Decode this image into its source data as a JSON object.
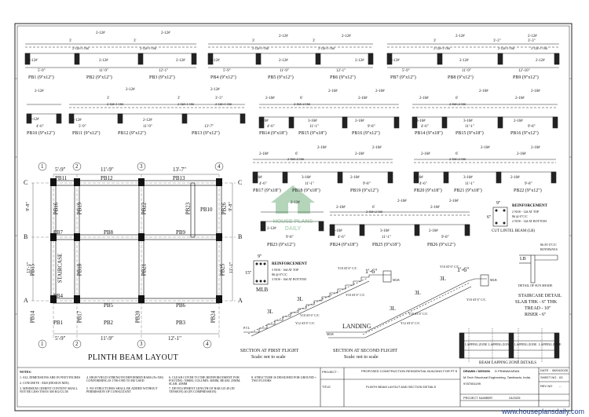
{
  "beam_sections_row1": [
    {
      "dims": [
        "2-12#",
        "3'",
        "2-12#+1-16#",
        "2-12#",
        "5'-9\"",
        "11'-9\"",
        "12'-1\"",
        "2-12#",
        "2-12#",
        "3'",
        "2-12#+1-16#",
        "2-12#"
      ],
      "labels": [
        "PB1 (9\"x12\")",
        "PB2 (9\"x12\")",
        "PB3 (9\"x12\")"
      ]
    },
    {
      "dims": [
        "2-12#",
        "3'",
        "2-12#+1-16#",
        "2-12#",
        "5'-9\"",
        "11'-9\"",
        "12'-1\"",
        "2-12#",
        "2-12#",
        "3'",
        "2-12#+1-16#",
        "2-12#"
      ],
      "labels": [
        "PB4 (9\"x12\")",
        "PB5 (9\"x12\")",
        "PB6 (9\"x12\")"
      ]
    },
    {
      "dims": [
        "2-12#",
        "3'",
        "2-12#+1-16#",
        "2-12#",
        "5'-9\"",
        "11'-9\"",
        "12'-10\"",
        "2-12#",
        "2-12#",
        "3'-3\"",
        "2-12#+1-16#",
        "2-12#",
        "3'-3\"",
        "2-12#+1-16#"
      ],
      "labels": [
        "PB7 (9\"x12\")",
        "PB8 (9\"x12\")",
        "PB9 (9\"x12\")"
      ]
    }
  ],
  "beam_sections_row2": [
    {
      "dims": [
        "2-12#",
        "2-12#",
        "4'-6\""
      ],
      "labels": [
        "PB10 (9\"x12\")"
      ]
    },
    {
      "dims": [
        "2-12#",
        "3'",
        "2-12#+1-16#",
        "2-12#",
        "5'-9\"",
        "11'-9\"",
        "13'-7\"",
        "2-12#",
        "2-12#",
        "3'",
        "3'-3\"",
        "2-12#+1-16#",
        "2-12#+1-16#"
      ],
      "labels": [
        "PB11 (9\"x12\")",
        "PB12 (9\"x12\")",
        "PB13 (9\"x12\")"
      ]
    },
    {
      "dims": [
        "2-16#",
        "6'",
        "2-16#+2-16#",
        "2-16#",
        "3-16#",
        "3-16#",
        "4'-6\"",
        "11'-1\"",
        "9'-8\"",
        "2-16#",
        "2-16#",
        "2-16#"
      ],
      "labels": [
        "PB14 (9\"x18\")",
        "PB15 (9\"x18\")",
        "PB16 (9\"x12\")"
      ]
    },
    {
      "dims": [
        "2-16#",
        "6'",
        "2-16#+2-16#",
        "2-16#",
        "3-16#",
        "3-16#",
        "4'-6\"",
        "11'-1\"",
        "9'-8\"",
        "2-16#",
        "2-16#",
        "2-16#"
      ],
      "labels": [
        "PB14 (9\"x18\")",
        "PB15 (9\"x18\")",
        "PB16 (9\"x12\")"
      ]
    }
  ],
  "beam_sections_row3": [
    {
      "dims": [
        "2-16#",
        "6'",
        "2-16#+2-16#",
        "2-16#",
        "3-16#",
        "3-16#",
        "4'-6\"",
        "11'-1\"",
        "9'-8\"",
        "2-16#",
        "2-16#",
        "2-16#"
      ],
      "labels": [
        "PB17 (9\"x18\")",
        "PB18 (9\"x18\")",
        "PB19 (9\"x12\")"
      ]
    },
    {
      "dims": [
        "2-16#",
        "6'",
        "2-16#+2-16#",
        "2-16#",
        "3-16#",
        "3-16#",
        "4'-6\"",
        "11'-1\"",
        "9'-8\"",
        "2-16#",
        "2-16#",
        "2-16#"
      ],
      "labels": [
        "PB20 (9\"x18\")",
        "PB21 (9\"x18\")",
        "PB22 (9\"x12\")"
      ]
    }
  ],
  "beam_sections_row4": [
    {
      "dims": [
        "2-12#",
        "2-12#",
        "9'-8\""
      ],
      "labels": [
        "PB23 (9\"x12\")"
      ]
    },
    {
      "dims": [
        "2-16#",
        "6'",
        "2-16#+2-16#",
        "2-16#",
        "3-16#",
        "3-16#",
        "4'-6\"",
        "11'-1\"",
        "9'-8\"",
        "2-16#",
        "2-16#",
        "2-16#"
      ],
      "labels": [
        "PB24 (9\"x18\")",
        "PB25 (9\"x18\")",
        "PB26 (9\"x12\")"
      ]
    }
  ],
  "cut_lintel": {
    "title": "CUT LINTEL BEAM (LB)",
    "dims": [
      "9\"",
      "6\""
    ],
    "reinforcement_title": "REINFORCEMENT",
    "reinforcement": [
      "2 NOS - 12# AT TOP",
      "8# @ 6\"C/C",
      "2 NOS - 12# AT BOTTOM"
    ]
  },
  "plan": {
    "title": "PLINTH BEAM LAYOUT",
    "grid_numbers": [
      "1",
      "2",
      "3",
      "4"
    ],
    "grid_letters": [
      "A",
      "B",
      "C"
    ],
    "top_dims": [
      "5'-9\"",
      "11'-9\"",
      "13'-7\""
    ],
    "bottom_dims": [
      "5'-9\"",
      "11'-9\"",
      "12'-1\""
    ],
    "left_dims": [
      "9'-8\"",
      "11'-1\""
    ],
    "right_dims": [
      "9'-8\"",
      "11'-1\""
    ],
    "beam_labels": [
      "PB11",
      "PB12",
      "PB13",
      "PB16",
      "PB19",
      "PB22",
      "PB23",
      "PB10",
      "PB26",
      "PB7",
      "PB8",
      "PB9",
      "STAIRCASE",
      "PB15",
      "PB18",
      "PB21",
      "PB25",
      "PB4",
      "PB5",
      "PB6",
      "PB14",
      "PB17",
      "PB20",
      "PB24",
      "PB1",
      "PB2",
      "PB3"
    ]
  },
  "mlb": {
    "title": "MLB",
    "dims": [
      "9\"",
      "15\""
    ],
    "reinforcement_title": "REINFORCEMENT",
    "reinforcement": [
      "3 NOS - 16# AT TOP",
      "8# @ 6\"C/C",
      "3 NOS - 16# AT BOTTOM"
    ]
  },
  "first_flight": {
    "title": "SECTION AT FIRST FLIGHT",
    "scale": "Scale: not to scale",
    "labels": [
      "Y10 AT 6\" C/C",
      "1'-6\"",
      "MLB",
      "3L",
      "3L",
      "Y10 AT 6\" C/C",
      "Y12 AT 6\" C/C",
      "Y10 AT 6\" C/C",
      "P.T.L"
    ]
  },
  "second_flight": {
    "title": "SECTION AT SECOND FLIGHT",
    "scale": "Scale: not to scale",
    "landing": "LANDING",
    "labels": [
      "Y10 AT 6\" C/C",
      "1'-6\"",
      "MLB",
      "3L",
      "3L",
      "3L",
      "Y10 AT 6\" C/C",
      "Y12 AT 6\" C/C",
      "Y10 AT 6\" C/C",
      "MLB"
    ]
  },
  "sunshade": {
    "title": "DETAIL OF SUN SHADE",
    "label": "LB",
    "reinforcement": [
      "8# AT 6\"C/C",
      "BOTHWAYS"
    ]
  },
  "staircase_detail": {
    "title": "STAIRCASE DETAIL",
    "lines": [
      "SLAB THK - 6\" THK",
      "TREAD - 10\"",
      "RISER - 6\""
    ]
  },
  "lapping": {
    "title": "BEAM LAPPING ZONE DETAILS",
    "labels": [
      "LAPPING ZONE",
      "LAPPING ZONE",
      "LAPPING ZONE",
      "LAPPING ZONE"
    ]
  },
  "notes": {
    "title": "NOTES:",
    "items": [
      "1. ALL DIMENSIONS ARE IN FEET/INCHES",
      "2. CONCRETE : M20 (DESIGN MIX)",
      "3. MINIMUM CEMENT CONTENT SHALL NOT BE LESS THAN 300 KG/CU.M",
      "4. HIGH YIELD STRENGTH DEFORMED BARS (Fe 500) CONFORMING IS 1786-1985 TO BE USED",
      "5. NO STRUCTURES SHALL BE ADDED WITHOUT PERMISSION OF CONSULTANT",
      "6. CLEAR COVER TO THE REINFORCEMENT FOR FOOTING: 50MM, COLUMN: 40MM, BEAM: 25MM, SLAB: 20MM",
      "7. DEVELOPMENT LENGTH OF BAR LD 49 (IN TENSION) 40 (IN COMPRESSION)",
      "8. STRUCTURE IS DESIGNED FOR GROUND + TWO FLOORS"
    ]
  },
  "title_block": {
    "project_label": "PROJECT :",
    "project": "PROPOSED CONSTRUCTION RESIDENTIAL BUILDING FOR PT.S",
    "title_label": "TITLE",
    "title": "PLINTH BEAM LAYOUT AND SECTION DETAILS",
    "drawn_label": "DRAWN / DESIGN",
    "drawn": "D PRABAKARAN",
    "firm": "M.Tech Structural Engineering, Tamilnadu, India.",
    "phone": "9787051199",
    "project_number_label": "PROJECT NUMBER",
    "project_number": "24/2025",
    "date_label": "DATE :",
    "date": "08/04/2025",
    "sheet_label": "SHEET NO",
    "sheet": "03",
    "rev_label": "REV NO",
    "rev": "--"
  },
  "watermark": "www.houseplansdaily.com",
  "logo_text": "HOUSE PLANS DAILY"
}
